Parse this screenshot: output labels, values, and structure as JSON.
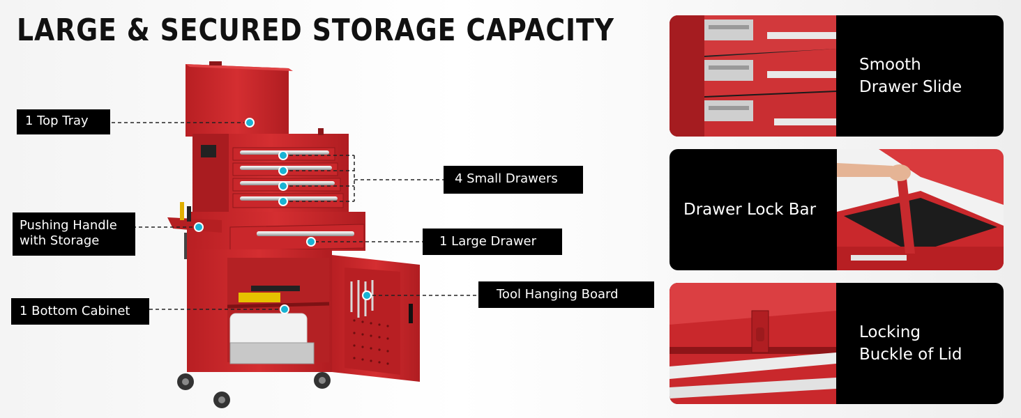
{
  "headline": "LARGE & SECURED STORAGE CAPACITY",
  "callouts": {
    "top_tray": "1 Top Tray",
    "small_drawers": "4 Small Drawers",
    "pushing_handle": [
      "Pushing Handle",
      "with Storage"
    ],
    "large_drawer": "1 Large Drawer",
    "tool_board": "Tool Hanging Board",
    "bottom_cabinet": "1 Bottom Cabinet"
  },
  "features": [
    {
      "lines": [
        "Smooth",
        "Drawer Slide"
      ],
      "icon": "drawer-slide-photo"
    },
    {
      "lines": [
        "Drawer Lock Bar"
      ],
      "icon": "lock-bar-photo"
    },
    {
      "lines": [
        "Locking",
        "Buckle of Lid"
      ],
      "icon": "lid-buckle-photo"
    }
  ],
  "colors": {
    "accent": "#cf2a2d",
    "dark_red": "#9e1a1d",
    "marker": "#19b3d3",
    "label_bg": "#000000",
    "title": "#111111"
  }
}
